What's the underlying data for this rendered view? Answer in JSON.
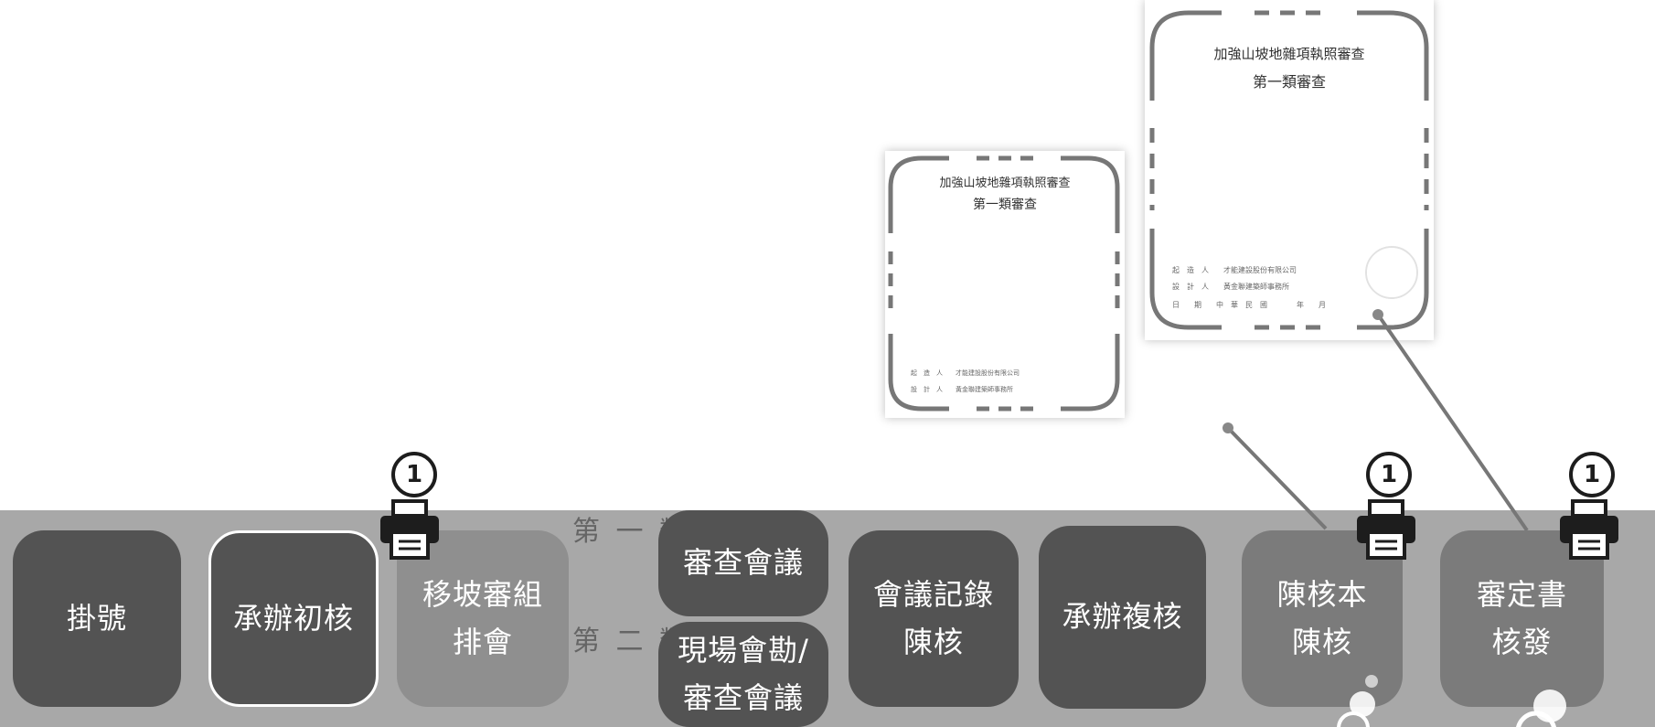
{
  "steps": {
    "register": "掛號",
    "initial_review": "承辦初核",
    "schedule": [
      "移坡審組",
      "排會"
    ],
    "review_meeting": "審查會議",
    "site_survey": [
      "現場會勘/",
      "審查會議"
    ],
    "minutes": [
      "會議記錄",
      "陳核"
    ],
    "recheck": "承辦複核",
    "copy_review": [
      "陳核本",
      "陳核"
    ],
    "decision": [
      "審定書",
      "核發"
    ]
  },
  "class_labels": {
    "first": "第 一 類",
    "second": "第 二 類"
  },
  "badges": [
    "1",
    "1",
    "1"
  ],
  "icons": [
    "printer-icon",
    "number-1-badge-icon"
  ],
  "certificates": {
    "small": {
      "title": "加強山坡地雜項執照審查",
      "subtitle": "第一類審查",
      "rows": [
        "起　造　人　　才能建設股份有限公司",
        "設　計　人　　黃金聯建築師事務所"
      ]
    },
    "large": {
      "title": "加強山坡地雜項執照審查",
      "subtitle": "第一類審查",
      "rows": [
        "起　造　人　　才能建設股份有限公司",
        "設　計　人　　黃金聯建築師事務所",
        "日　　期　　中　華　民　國　　　　年　　月"
      ]
    }
  },
  "colors": {
    "band": "#a6a6a6",
    "box_dark": "#555555",
    "box_mid": "#7b7b7b",
    "box_light": "#8e8e8e"
  }
}
